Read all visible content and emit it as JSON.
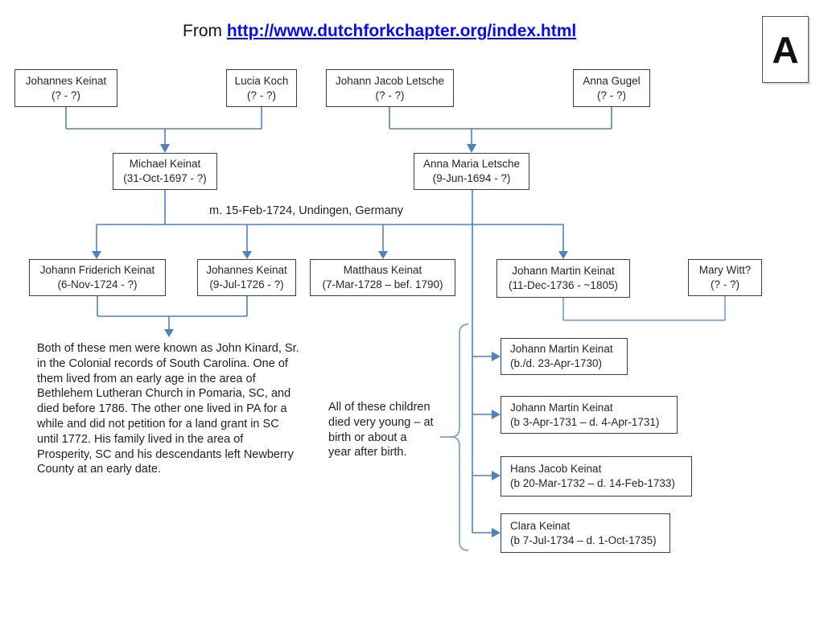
{
  "title": {
    "prefix": "From",
    "link_text": "http://www.dutchforkchapter.org/index.html"
  },
  "corner_label": "A",
  "colors": {
    "connector": "#4f81bd",
    "union_connector": "#95b3d7",
    "brace": "#7ba0cd",
    "link": "#0909f5"
  },
  "generation1": [
    {
      "name": "Johannes Keinat",
      "dates": "(? - ?)"
    },
    {
      "name": "Lucia Koch",
      "dates": "(? - ?)"
    },
    {
      "name": "Johann Jacob Letsche",
      "dates": "(? - ?)"
    },
    {
      "name": "Anna Gugel",
      "dates": "(? - ?)"
    }
  ],
  "generation2": [
    {
      "name": "Michael Keinat",
      "dates": "(31-Oct-1697 - ?)"
    },
    {
      "name": "Anna Maria Letsche",
      "dates": "(9-Jun-1694 - ?)"
    }
  ],
  "marriage_note": "m. 15-Feb-1724, Undingen, Germany",
  "generation3": [
    {
      "name": "Johann Friderich Keinat",
      "dates": "(6-Nov-1724 - ?)"
    },
    {
      "name": "Johannes Keinat",
      "dates": "(9-Jul-1726 - ?)"
    },
    {
      "name": "Matthaus Keinat",
      "dates": "(7-Mar-1728 – bef. 1790)"
    },
    {
      "name": "Johann Martin Keinat",
      "dates": "(11-Dec-1736 - ~1805)"
    },
    {
      "name": "Mary Witt?",
      "dates": "(? - ?)"
    }
  ],
  "note_left": "Both of these men were known as John Kinard, Sr.\nin the Colonial records of South Carolina.  One of\nthem lived from an early age in the area of\nBethlehem Lutheran Church in Pomaria, SC, and\ndied before 1786.  The other one lived in PA for a\nwhile and did not petition for a land grant in SC\nuntil 1772.  His family lived in the area of\nProsperity, SC and his descendants left Newberry\nCounty at an early date.",
  "note_children": "All of these children\ndied very young – at\nbirth or about a\nyear after birth.",
  "infant_children": [
    {
      "name": "Johann Martin Keinat",
      "dates": "(b./d. 23-Apr-1730)"
    },
    {
      "name": "Johann Martin Keinat",
      "dates": "(b 3-Apr-1731 – d. 4-Apr-1731)"
    },
    {
      "name": "Hans Jacob Keinat",
      "dates": "(b 20-Mar-1732 – d. 14-Feb-1733)"
    },
    {
      "name": "Clara Keinat",
      "dates": "(b 7-Jul-1734 – d. 1-Oct-1735)"
    }
  ]
}
